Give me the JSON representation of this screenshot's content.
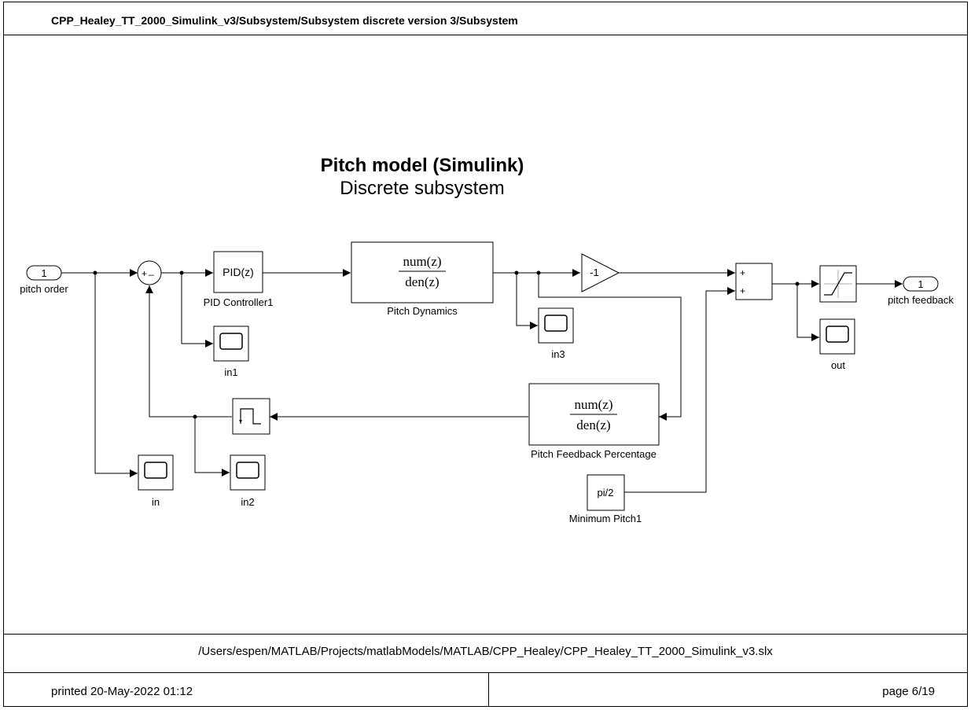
{
  "header": {
    "model_path": "CPP_Healey_TT_2000_Simulink_v3/Subsystem/Subsystem discrete version 3/Subsystem"
  },
  "title": {
    "main": "Pitch model (Simulink)",
    "sub": "Discrete subsystem"
  },
  "blocks": {
    "inport": {
      "number": "1",
      "label": "pitch order"
    },
    "sum1": {
      "plus": "+",
      "minus": "_"
    },
    "pid": {
      "text": "PID(z)",
      "label": "PID Controller1"
    },
    "pitch_dynamics": {
      "num": "num(z)",
      "den": "den(z)",
      "label": "Pitch Dynamics"
    },
    "gain": {
      "text": "-1"
    },
    "sum2": {
      "plus1": "+",
      "plus2": "+"
    },
    "outport": {
      "number": "1",
      "label": "pitch feedback"
    },
    "feedback_tf": {
      "num": "num(z)",
      "den": "den(z)",
      "label": "Pitch Feedback Percentage"
    },
    "constant": {
      "text": "pi/2",
      "label": "Minimum Pitch1"
    },
    "scopes": {
      "in": "in",
      "in1": "in1",
      "in2": "in2",
      "in3": "in3",
      "out": "out"
    }
  },
  "footer": {
    "file_path": "/Users/espen/MATLAB/Projects/matlabModels/MATLAB/CPP_Healey/CPP_Healey_TT_2000_Simulink_v3.slx",
    "printed": "printed 20-May-2022 01:12",
    "page": "page 6/19"
  }
}
